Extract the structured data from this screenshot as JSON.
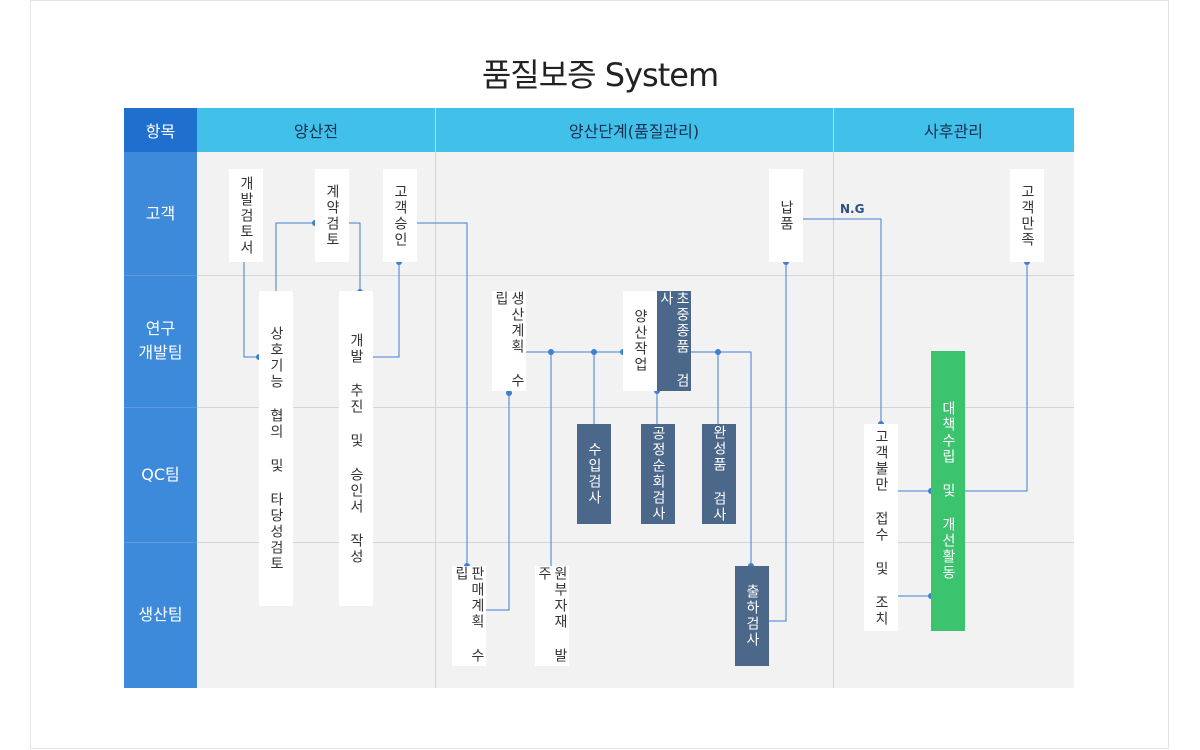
{
  "title": "품질보증 System",
  "header": {
    "item": "항목",
    "phase1": "양산전",
    "phase2": "양산단계(품질관리)",
    "phase3": "사후관리"
  },
  "rows": {
    "customer": "고객",
    "rnd_line1": "연구",
    "rnd_line2": "개발팀",
    "qc": "QC팀",
    "production": "생산팀"
  },
  "boxes": {
    "dev_review_doc": "개발검토서",
    "contract_review": "계약검토",
    "customer_approval": "고객승인",
    "mutual_function_review": "상호기능 협의 및 타당성검토",
    "dev_progress_approval": "개발 추진 및 승인서 작성",
    "sales_plan": "판매계획 수립",
    "production_plan": "생산계획 수립",
    "raw_material_order": "원부자재 발주",
    "incoming_inspection": "수입검사",
    "mass_production": "양산작업",
    "first_mid_last_inspection": "초중종품 검사",
    "process_patrol_inspection": "공정순회검사",
    "final_product_inspection": "완성품 검사",
    "shipping_inspection": "출하검사",
    "delivery": "납품",
    "ng_label": "N.G",
    "complaint_handling": "고객불만 접수 및 조치",
    "countermeasure": "대책수립 및 개선활동",
    "customer_satisfaction": "고객만족"
  },
  "colors": {
    "header_bg": "#41c1ea",
    "row_label_bg": "#3d8adb",
    "row_label_head_bg": "#1f6fcf",
    "dark_box": "#4b6789",
    "green_box": "#3cc36e",
    "connector": "#3d7fd0"
  }
}
